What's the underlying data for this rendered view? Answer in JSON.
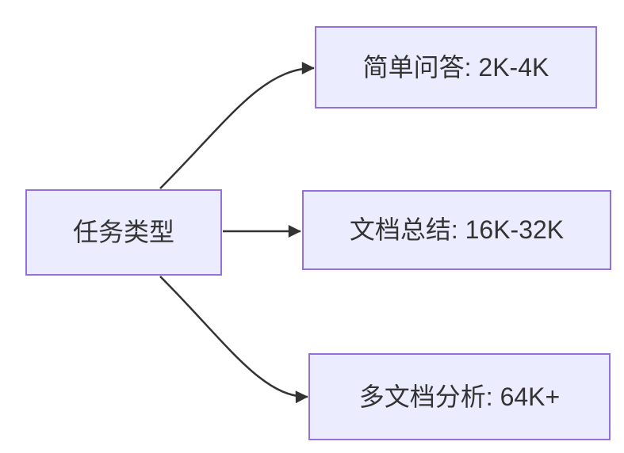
{
  "diagram": {
    "type": "flowchart",
    "direction": "left-to-right",
    "colors": {
      "background": "#FFFFFF",
      "node_fill": "#ECECFF",
      "node_border": "#9370DB",
      "edge": "#333333",
      "text": "#333333"
    },
    "nodes": [
      {
        "id": "task-type",
        "label": "任务类型",
        "role": "source"
      },
      {
        "id": "simple-qa",
        "label": "简单问答: 2K-4K",
        "role": "target"
      },
      {
        "id": "doc-summary",
        "label": "文档总结: 16K-32K",
        "role": "target"
      },
      {
        "id": "multi-doc-analysis",
        "label": "多文档分析: 64K+",
        "role": "target"
      }
    ],
    "edges": [
      {
        "from": "task-type",
        "to": "simple-qa"
      },
      {
        "from": "task-type",
        "to": "doc-summary"
      },
      {
        "from": "task-type",
        "to": "multi-doc-analysis"
      }
    ]
  }
}
